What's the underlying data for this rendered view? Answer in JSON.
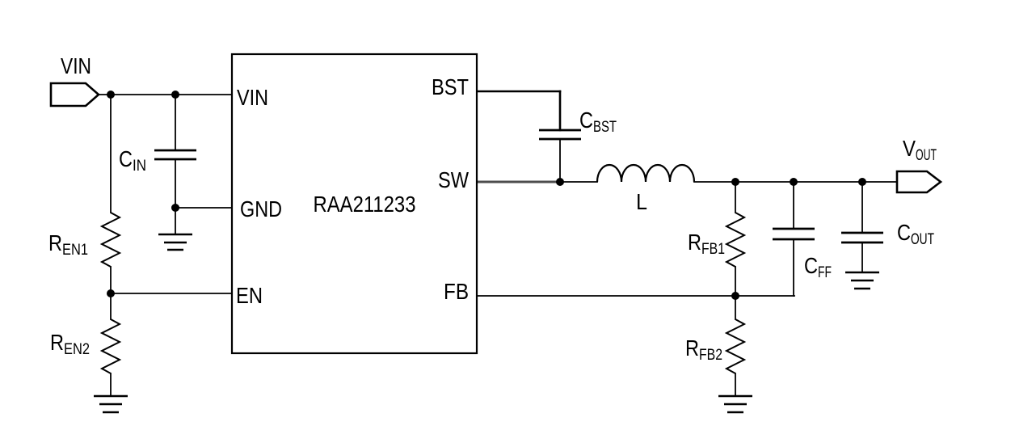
{
  "colors": {
    "background": "#ffffff",
    "line": "#000000",
    "sw_trace": "#4d4d4d",
    "text": "#000000"
  },
  "ports": {
    "vin": {
      "label": "VIN"
    },
    "vout": {
      "main": "V",
      "sub": "OUT"
    }
  },
  "ic": {
    "part_number": "RAA211233",
    "pins": {
      "vin": "VIN",
      "gnd": "GND",
      "en": "EN",
      "bst": "BST",
      "sw": "SW",
      "fb": "FB"
    }
  },
  "components": {
    "cin": {
      "main": "C",
      "sub": "IN"
    },
    "ren1": {
      "main": "R",
      "sub": "EN1"
    },
    "ren2": {
      "main": "R",
      "sub": "EN2"
    },
    "cbst": {
      "main": "C",
      "sub": "BST"
    },
    "inductor": {
      "label": "L"
    },
    "rfb1": {
      "main": "R",
      "sub": "FB1"
    },
    "rfb2": {
      "main": "R",
      "sub": "FB2"
    },
    "cff": {
      "main": "C",
      "sub": "FF"
    },
    "cout": {
      "main": "C",
      "sub": "OUT"
    }
  }
}
